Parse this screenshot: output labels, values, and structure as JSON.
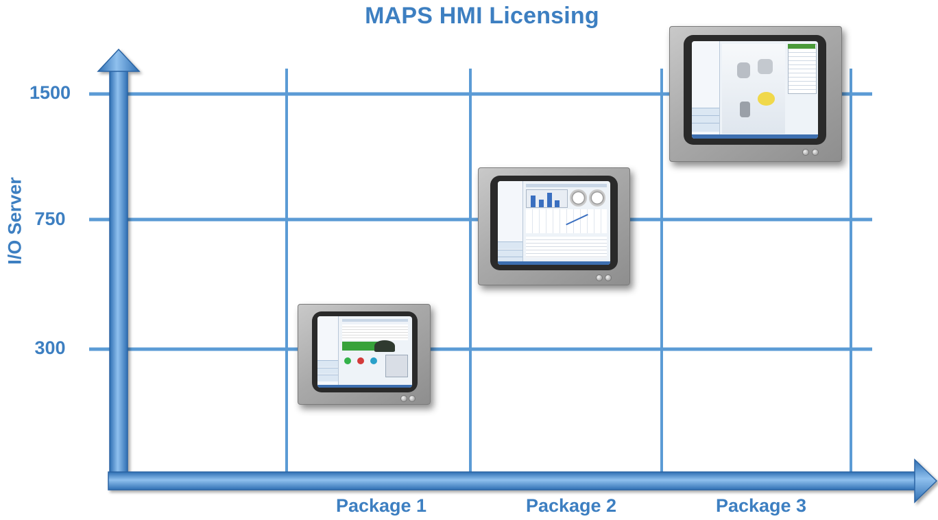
{
  "title": "MAPS HMI Licensing",
  "y_axis": {
    "label": "I/O Server",
    "ticks": [
      "1500",
      "750",
      "300"
    ]
  },
  "x_axis": {
    "ticks": [
      "Package 1",
      "Package 2",
      "Package 3"
    ]
  },
  "colors": {
    "accent": "#3d7fc1",
    "grid": "#5b9bd5"
  },
  "chart_data": {
    "type": "table",
    "title": "MAPS HMI Licensing",
    "ylabel": "I/O Server",
    "categories": [
      "Package 1",
      "Package 2",
      "Package 3"
    ],
    "y_ticks": [
      300,
      750,
      1500
    ],
    "values": [
      300,
      750,
      1500
    ],
    "grid": true
  },
  "monitors": [
    {
      "package": "Package 1",
      "io": 300
    },
    {
      "package": "Package 2",
      "io": 750
    },
    {
      "package": "Package 3",
      "io": 1500
    }
  ]
}
